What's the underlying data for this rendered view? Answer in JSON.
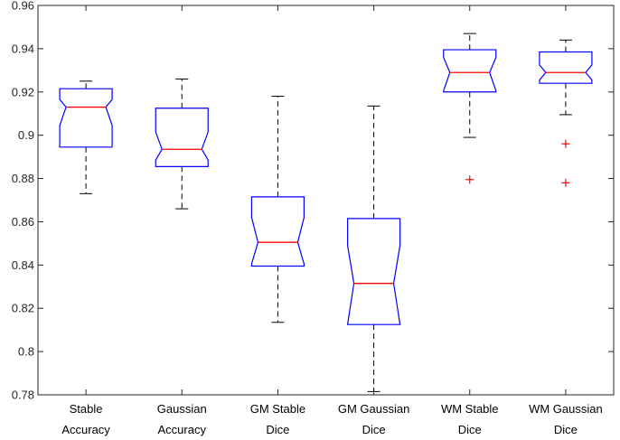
{
  "chart_data": {
    "type": "boxplot",
    "notched": true,
    "title": "",
    "xlabel": "",
    "ylabel": "",
    "ylim": [
      0.78,
      0.96
    ],
    "yticks": [
      0.78,
      0.8,
      0.82,
      0.84,
      0.86,
      0.88,
      0.9,
      0.92,
      0.94,
      0.96
    ],
    "ytick_labels": [
      "0.78",
      "0.8",
      "0.82",
      "0.84",
      "0.86",
      "0.88",
      "0.9",
      "0.92",
      "0.94",
      "0.96"
    ],
    "grid": false,
    "categories": [
      [
        "Stable",
        "Accuracy"
      ],
      [
        "Gaussian",
        "Accuracy"
      ],
      [
        "GM Stable",
        "Dice"
      ],
      [
        "GM Gaussian",
        "Dice"
      ],
      [
        "WM Stable",
        "Dice"
      ],
      [
        "WM Gaussian",
        "Dice"
      ]
    ],
    "boxes": [
      {
        "whisker_low": 0.873,
        "q1": 0.8945,
        "median": 0.913,
        "q3": 0.9215,
        "whisker_high": 0.925,
        "notch_low": 0.9045,
        "notch_high": 0.9165,
        "outliers": []
      },
      {
        "whisker_low": 0.866,
        "q1": 0.8855,
        "median": 0.8935,
        "q3": 0.9125,
        "whisker_high": 0.926,
        "notch_low": 0.8885,
        "notch_high": 0.9015,
        "outliers": []
      },
      {
        "whisker_low": 0.8135,
        "q1": 0.8395,
        "median": 0.8505,
        "q3": 0.8715,
        "whisker_high": 0.918,
        "notch_low": 0.8405,
        "notch_high": 0.862,
        "outliers": []
      },
      {
        "whisker_low": 0.7815,
        "q1": 0.8125,
        "median": 0.8315,
        "q3": 0.8615,
        "whisker_high": 0.9135,
        "notch_low": 0.8125,
        "notch_high": 0.849,
        "outliers": []
      },
      {
        "whisker_low": 0.899,
        "q1": 0.92,
        "median": 0.929,
        "q3": 0.9395,
        "whisker_high": 0.947,
        "notch_low": 0.9205,
        "notch_high": 0.936,
        "outliers": [
          0.8795
        ]
      },
      {
        "whisker_low": 0.9095,
        "q1": 0.924,
        "median": 0.929,
        "q3": 0.9385,
        "whisker_high": 0.944,
        "notch_low": 0.9255,
        "notch_high": 0.9325,
        "outliers": [
          0.896,
          0.878
        ]
      }
    ],
    "colors": {
      "box": "#0000ff",
      "median": "#ff0000",
      "whisker": "#000000",
      "outlier": "#ff0000",
      "axis": "#262626"
    }
  }
}
